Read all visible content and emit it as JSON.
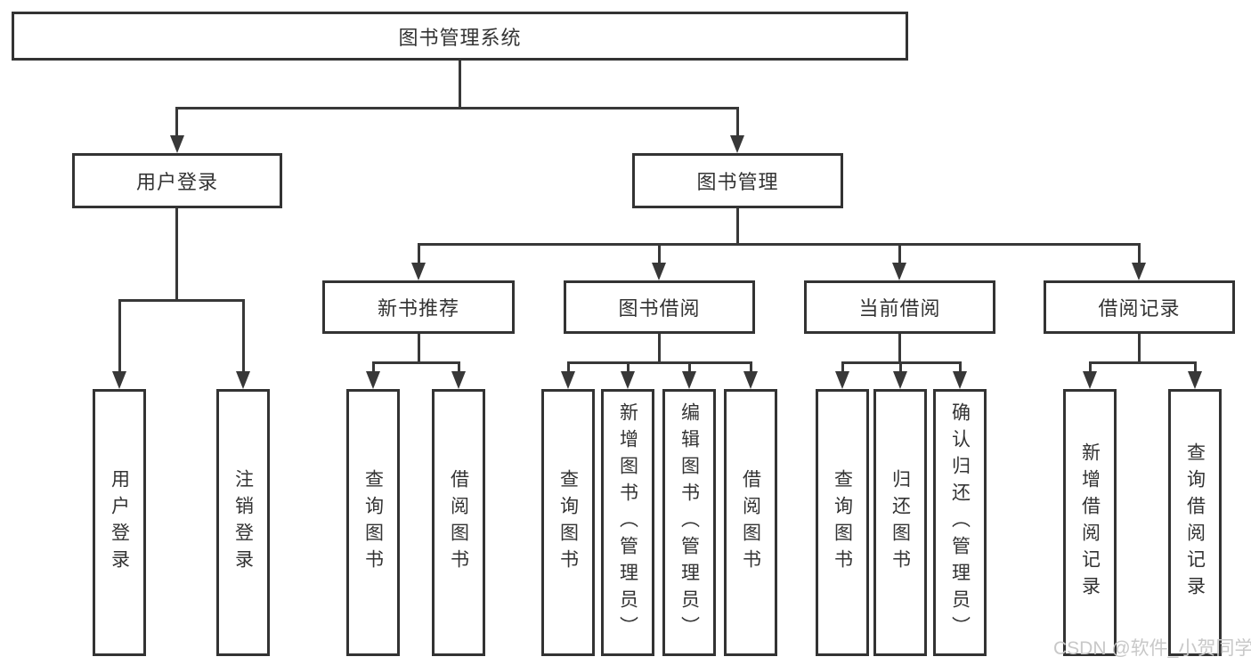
{
  "diagram": {
    "root": "图书管理系统",
    "branches": [
      {
        "label": "用户登录",
        "children": [
          "用户登录",
          "注销登录"
        ]
      },
      {
        "label": "图书管理",
        "children": [
          {
            "label": "新书推荐",
            "children": [
              "查询图书",
              "借阅图书"
            ]
          },
          {
            "label": "图书借阅",
            "children": [
              "查询图书",
              "新增图书（管理员）",
              "编辑图书（管理员）",
              "借阅图书"
            ]
          },
          {
            "label": "当前借阅",
            "children": [
              "查询图书",
              "归还图书",
              "确认归还（管理员）"
            ]
          },
          {
            "label": "借阅记录",
            "children": [
              "新增借阅记录",
              "查询借阅记录"
            ]
          }
        ]
      }
    ]
  },
  "watermark": {
    "text": "CSDN @软件_小贺同学",
    "color": "#c8c8c8"
  },
  "colors": {
    "line": "#383838",
    "text": "#333333",
    "background": "#ffffff"
  }
}
